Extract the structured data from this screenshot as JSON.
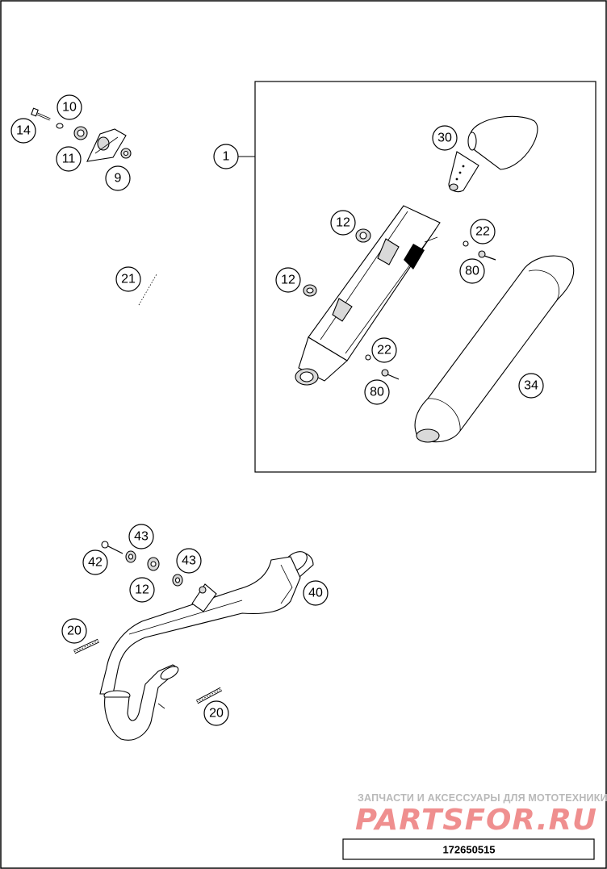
{
  "callouts": [
    {
      "id": "c14",
      "label": "14"
    },
    {
      "id": "c10",
      "label": "10"
    },
    {
      "id": "c11",
      "label": "11"
    },
    {
      "id": "c9",
      "label": "9"
    },
    {
      "id": "c1",
      "label": "1"
    },
    {
      "id": "c30",
      "label": "30"
    },
    {
      "id": "c12a",
      "label": "12"
    },
    {
      "id": "c22a",
      "label": "22"
    },
    {
      "id": "c80a",
      "label": "80"
    },
    {
      "id": "c12b",
      "label": "12"
    },
    {
      "id": "c21",
      "label": "21"
    },
    {
      "id": "c22b",
      "label": "22"
    },
    {
      "id": "c80b",
      "label": "80"
    },
    {
      "id": "c34",
      "label": "34"
    },
    {
      "id": "c43a",
      "label": "43"
    },
    {
      "id": "c42",
      "label": "42"
    },
    {
      "id": "c43b",
      "label": "43"
    },
    {
      "id": "c12c",
      "label": "12"
    },
    {
      "id": "c40",
      "label": "40"
    },
    {
      "id": "c20a",
      "label": "20"
    },
    {
      "id": "c20b",
      "label": "20"
    }
  ],
  "watermark": {
    "line1": "ЗАПЧАСТИ И АКСЕССУАРЫ ДЛЯ МОТОТЕХНИКИ",
    "line2": "PARTSFOR.RU"
  },
  "drawing_code": "172650515",
  "colors": {
    "line": "#000000",
    "watermark_logo": "#ef8f8f",
    "watermark_text": "#b9b9b9"
  }
}
